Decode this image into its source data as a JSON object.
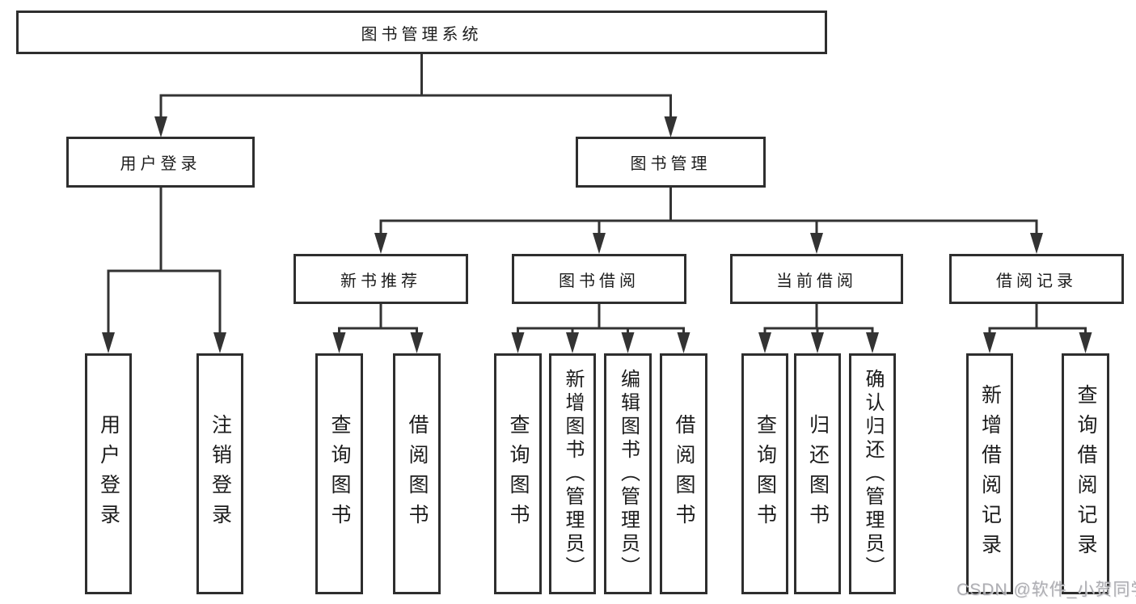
{
  "diagram": {
    "root": {
      "label": "图书管理系统"
    },
    "branches": [
      {
        "label": "用户登录",
        "children": [
          {
            "label": "用户登录"
          },
          {
            "label": "注销登录"
          }
        ]
      },
      {
        "label": "图书管理",
        "children": [
          {
            "label": "新书推荐",
            "children": [
              {
                "label": "查询图书"
              },
              {
                "label": "借阅图书"
              }
            ]
          },
          {
            "label": "图书借阅",
            "children": [
              {
                "label": "查询图书"
              },
              {
                "label": "新增图书（管理员）"
              },
              {
                "label": "编辑图书（管理员）"
              },
              {
                "label": "借阅图书"
              }
            ]
          },
          {
            "label": "当前借阅",
            "children": [
              {
                "label": "查询图书"
              },
              {
                "label": "归还图书"
              },
              {
                "label": "确认归还（管理员）"
              }
            ]
          },
          {
            "label": "借阅记录",
            "children": [
              {
                "label": "新增借阅记录"
              },
              {
                "label": "查询借阅记录"
              }
            ]
          }
        ]
      }
    ],
    "colors": {
      "line": "#333333",
      "box_border": "#2e2e2e",
      "box_background": "#ffffff",
      "text": "#1c1c1c",
      "watermark": "#a6a6ab"
    }
  },
  "watermark": {
    "text": "CSDN @软件_小贺同学"
  }
}
